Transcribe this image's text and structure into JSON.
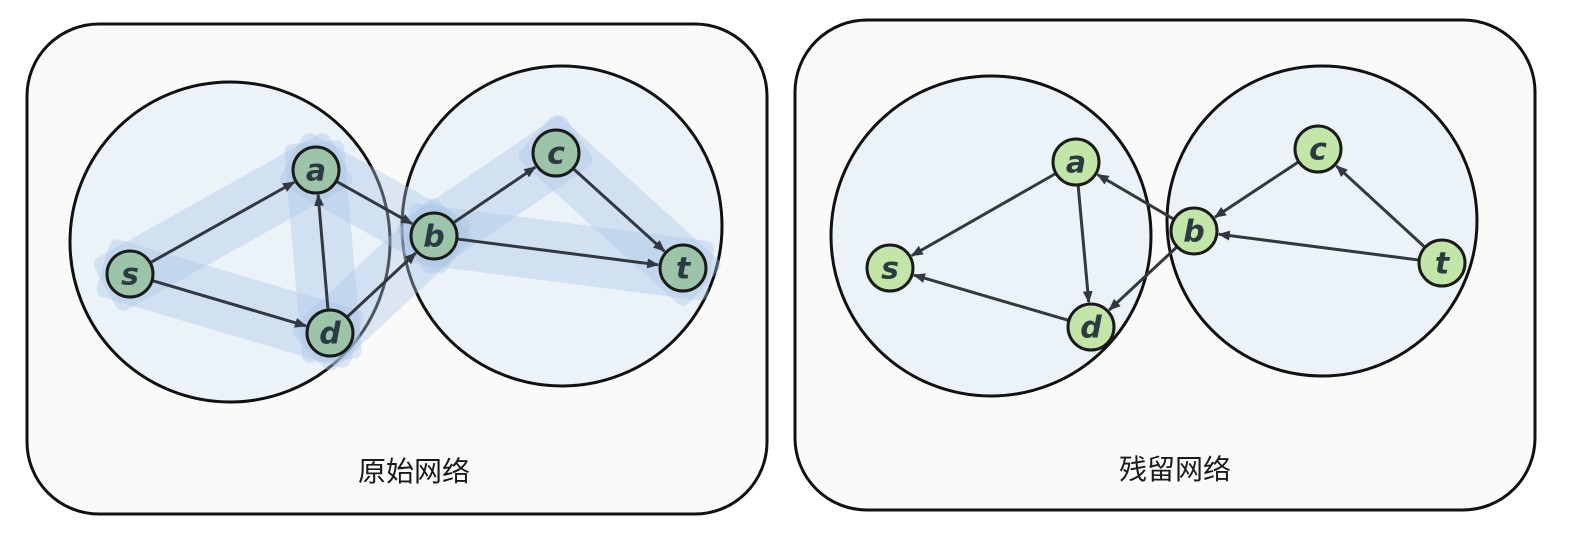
{
  "panels": [
    {
      "caption": "原始网络",
      "node_fill": "#9bc4a8",
      "highlight_paths": true,
      "nodes": [
        {
          "id": "s",
          "label": "s"
        },
        {
          "id": "a",
          "label": "a"
        },
        {
          "id": "d",
          "label": "d"
        },
        {
          "id": "b",
          "label": "b"
        },
        {
          "id": "c",
          "label": "c"
        },
        {
          "id": "t",
          "label": "t"
        }
      ],
      "edges": [
        {
          "from": "s",
          "to": "a"
        },
        {
          "from": "s",
          "to": "d"
        },
        {
          "from": "d",
          "to": "a"
        },
        {
          "from": "a",
          "to": "b"
        },
        {
          "from": "d",
          "to": "b"
        },
        {
          "from": "b",
          "to": "c"
        },
        {
          "from": "c",
          "to": "t"
        },
        {
          "from": "b",
          "to": "t"
        }
      ]
    },
    {
      "caption": "残留网络",
      "node_fill": "#c2e6a8",
      "highlight_paths": false,
      "nodes": [
        {
          "id": "s",
          "label": "s"
        },
        {
          "id": "a",
          "label": "a"
        },
        {
          "id": "d",
          "label": "d"
        },
        {
          "id": "b",
          "label": "b"
        },
        {
          "id": "c",
          "label": "c"
        },
        {
          "id": "t",
          "label": "t"
        }
      ],
      "edges": [
        {
          "from": "a",
          "to": "s"
        },
        {
          "from": "a",
          "to": "d"
        },
        {
          "from": "d",
          "to": "s"
        },
        {
          "from": "b",
          "to": "a"
        },
        {
          "from": "b",
          "to": "d"
        },
        {
          "from": "c",
          "to": "b"
        },
        {
          "from": "t",
          "to": "c"
        },
        {
          "from": "t",
          "to": "b"
        }
      ]
    }
  ],
  "colors": {
    "region_fill": "#ecf3f8",
    "edge": "#333840",
    "halo": "#a9c6e8"
  }
}
